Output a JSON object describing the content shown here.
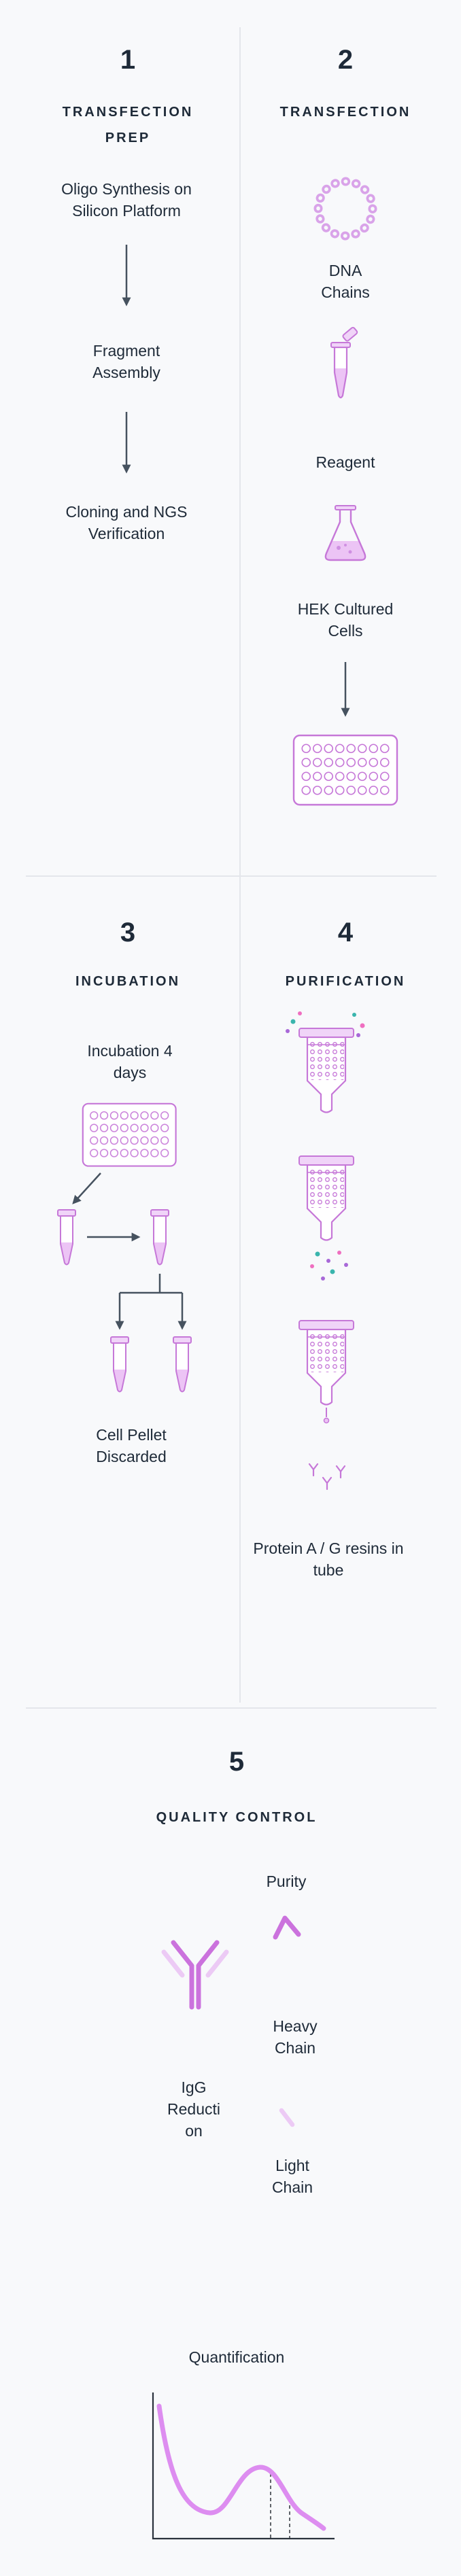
{
  "theme": {
    "background": "#f8f9fb",
    "text_color": "#1e2a38",
    "accent": "#c678d8",
    "accent_light": "#f0d4f8",
    "accent_fill": "#ecc4f5",
    "curve_color": "#dd8df0",
    "arrow_color": "#46525f",
    "divider_color": "#e4e6eb",
    "speck_colors": [
      "#3ab5ad",
      "#a868d8",
      "#ef6fc0"
    ]
  },
  "steps": [
    {
      "number": "1",
      "title": "TRANSFECTION PREP",
      "stages": [
        "Oligo Synthesis on Silicon Platform",
        "Fragment Assembly",
        "Cloning and NGS Verification"
      ],
      "icons": [
        "down-arrow-icon"
      ]
    },
    {
      "number": "2",
      "title": "TRANSFECTION",
      "labels": {
        "dna_chains": "DNA Chains",
        "reagent": "Reagent",
        "hek_cells": "HEK Cultured Cells"
      },
      "icons": [
        "plasmid-dna-icon",
        "reagent-tube-icon",
        "flask-icon",
        "down-arrow-icon",
        "well-plate-icon"
      ]
    },
    {
      "number": "3",
      "title": "INCUBATION",
      "labels": {
        "incubation": "Incubation 4 days",
        "pellet": "Cell Pellet Discarded"
      },
      "icons": [
        "well-plate-icon",
        "tube-icon",
        "arrow-icons"
      ]
    },
    {
      "number": "4",
      "title": "PURIFICATION",
      "labels": {
        "resins": "Protein A / G resins in tube"
      },
      "icons": [
        "spin-column-icon",
        "resin-bead-dots",
        "mini-antibody-icon"
      ]
    },
    {
      "number": "5",
      "title": "QUALITY CONTROL",
      "labels": {
        "purity": "Purity",
        "heavy_chain": "Heavy Chain",
        "igg_reduction": "IgG Reduction",
        "light_chain": "Light Chain",
        "quantification": "Quantification"
      },
      "icons": [
        "antibody-icon",
        "heavy-chain-icon",
        "light-chain-icon",
        "chromatogram-chart"
      ]
    }
  ]
}
